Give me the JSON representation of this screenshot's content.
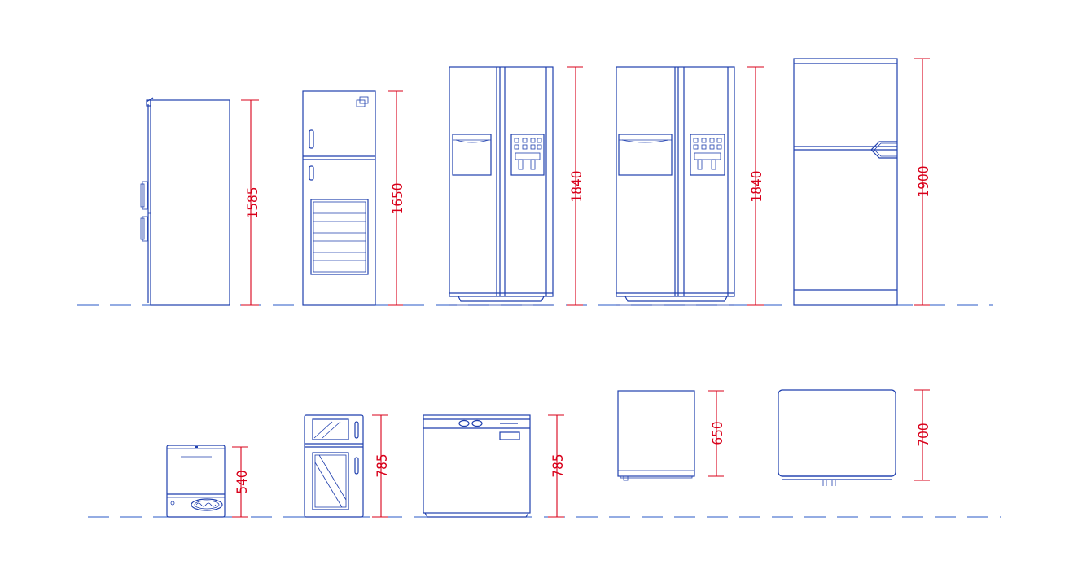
{
  "dimensions": {
    "fridge_1": "1585",
    "fridge_2": "1650",
    "fridge_3": "1840",
    "fridge_4": "1840",
    "fridge_5": "1900",
    "appliance_6": "540",
    "appliance_7": "785",
    "appliance_8": "785",
    "appliance_9": "650",
    "appliance_10": "700"
  },
  "colors": {
    "linework": "#1f3fae",
    "dimension": "#d8001a",
    "floor_line": "#2a58c7"
  }
}
